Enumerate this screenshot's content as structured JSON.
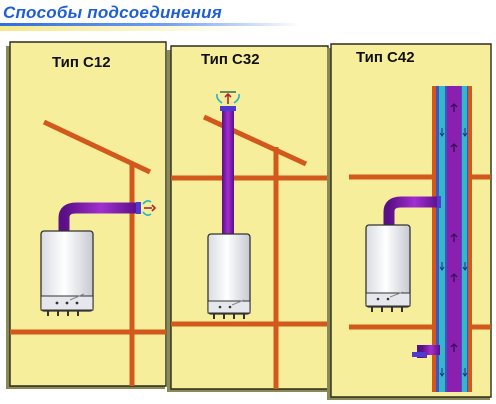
{
  "title": "Способы подсоединения",
  "panels": [
    {
      "id": "c12",
      "label": "Тип С12"
    },
    {
      "id": "c32",
      "label": "Тип С32"
    },
    {
      "id": "c42",
      "label": "Тип С42"
    }
  ],
  "colors": {
    "panel_fill": "#f7ee9c",
    "panel_border": "#2b2b1a",
    "roof_pipe": "#d2581c",
    "flue_purple": "#8a1fb0",
    "flue_blue": "#3a56c8",
    "air_cyan": "#33b8c8",
    "boiler_body": "#f4f4f6",
    "title_blue": "#1f5fd6"
  }
}
